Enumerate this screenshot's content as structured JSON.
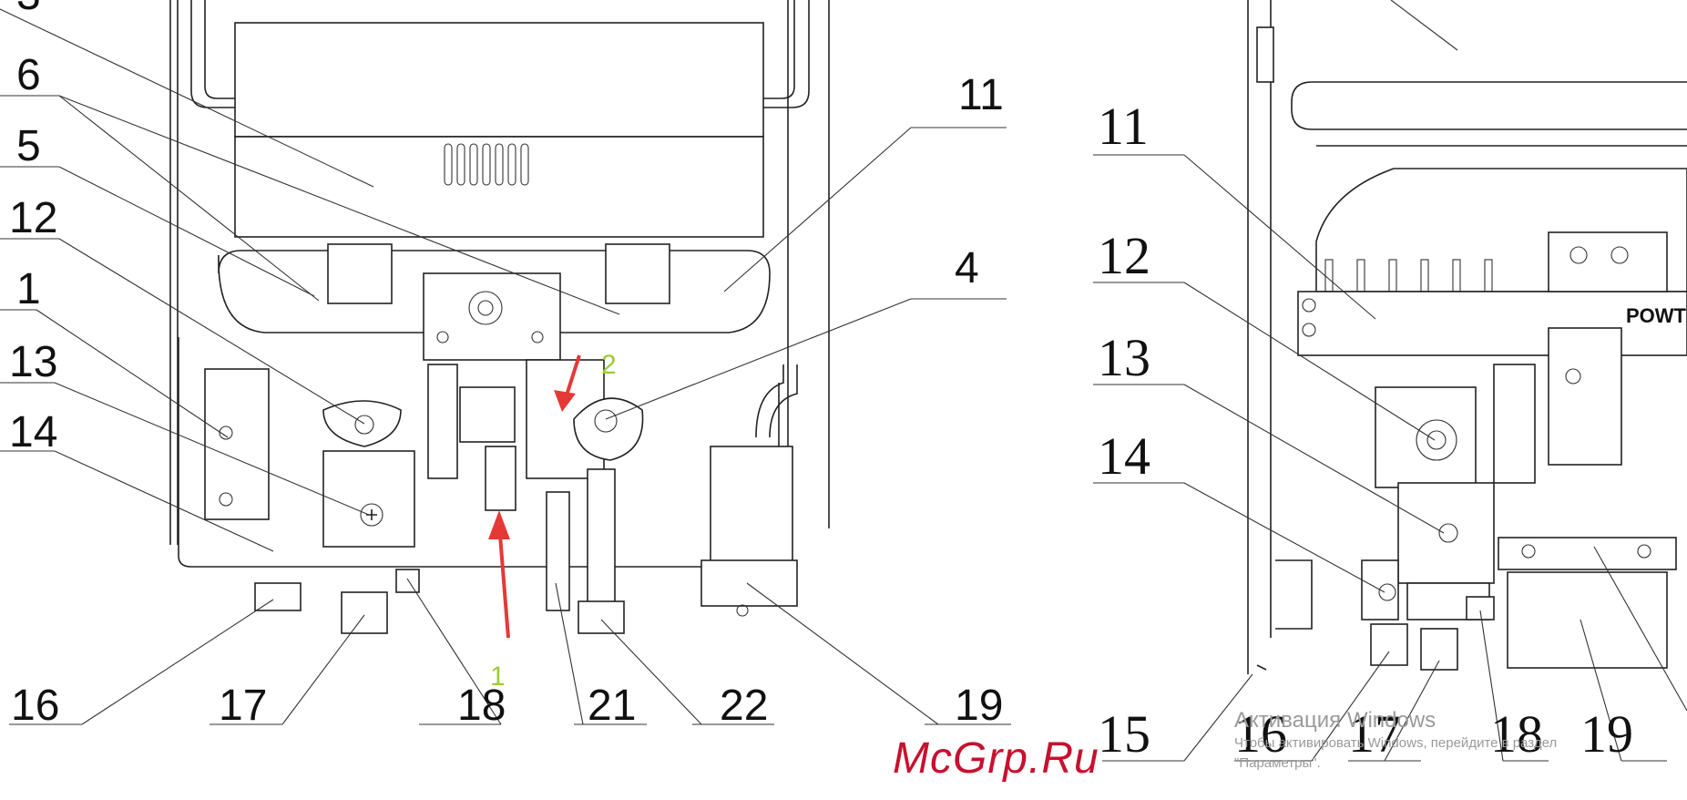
{
  "left_diagram": {
    "callouts": {
      "c3": "3",
      "c6": "6",
      "c5": "5",
      "c12": "12",
      "c1": "1",
      "c13": "13",
      "c14": "14",
      "c11": "11",
      "c4": "4",
      "c16": "16",
      "c17": "17",
      "c18": "18",
      "c21": "21",
      "c22": "22",
      "c19": "19"
    },
    "markers": {
      "m1": "1",
      "m2": "2"
    }
  },
  "right_diagram": {
    "callouts": {
      "c11": "11",
      "c12": "12",
      "c13": "13",
      "c14": "14",
      "c15": "15",
      "c16": "16",
      "c17": "17",
      "c18": "18",
      "c19": "19"
    },
    "brand": "POWT"
  },
  "overlay": {
    "activation_title": "Активация Windows",
    "activation_line1": "Чтобы активировать Windows, перейдите в раздел",
    "activation_line2": "\"Параметры\".",
    "watermark": "McGrp.Ru"
  },
  "colors": {
    "red_arrow": "#e53935",
    "green_marker": "#9acd32",
    "watermark": "#c8102e"
  }
}
